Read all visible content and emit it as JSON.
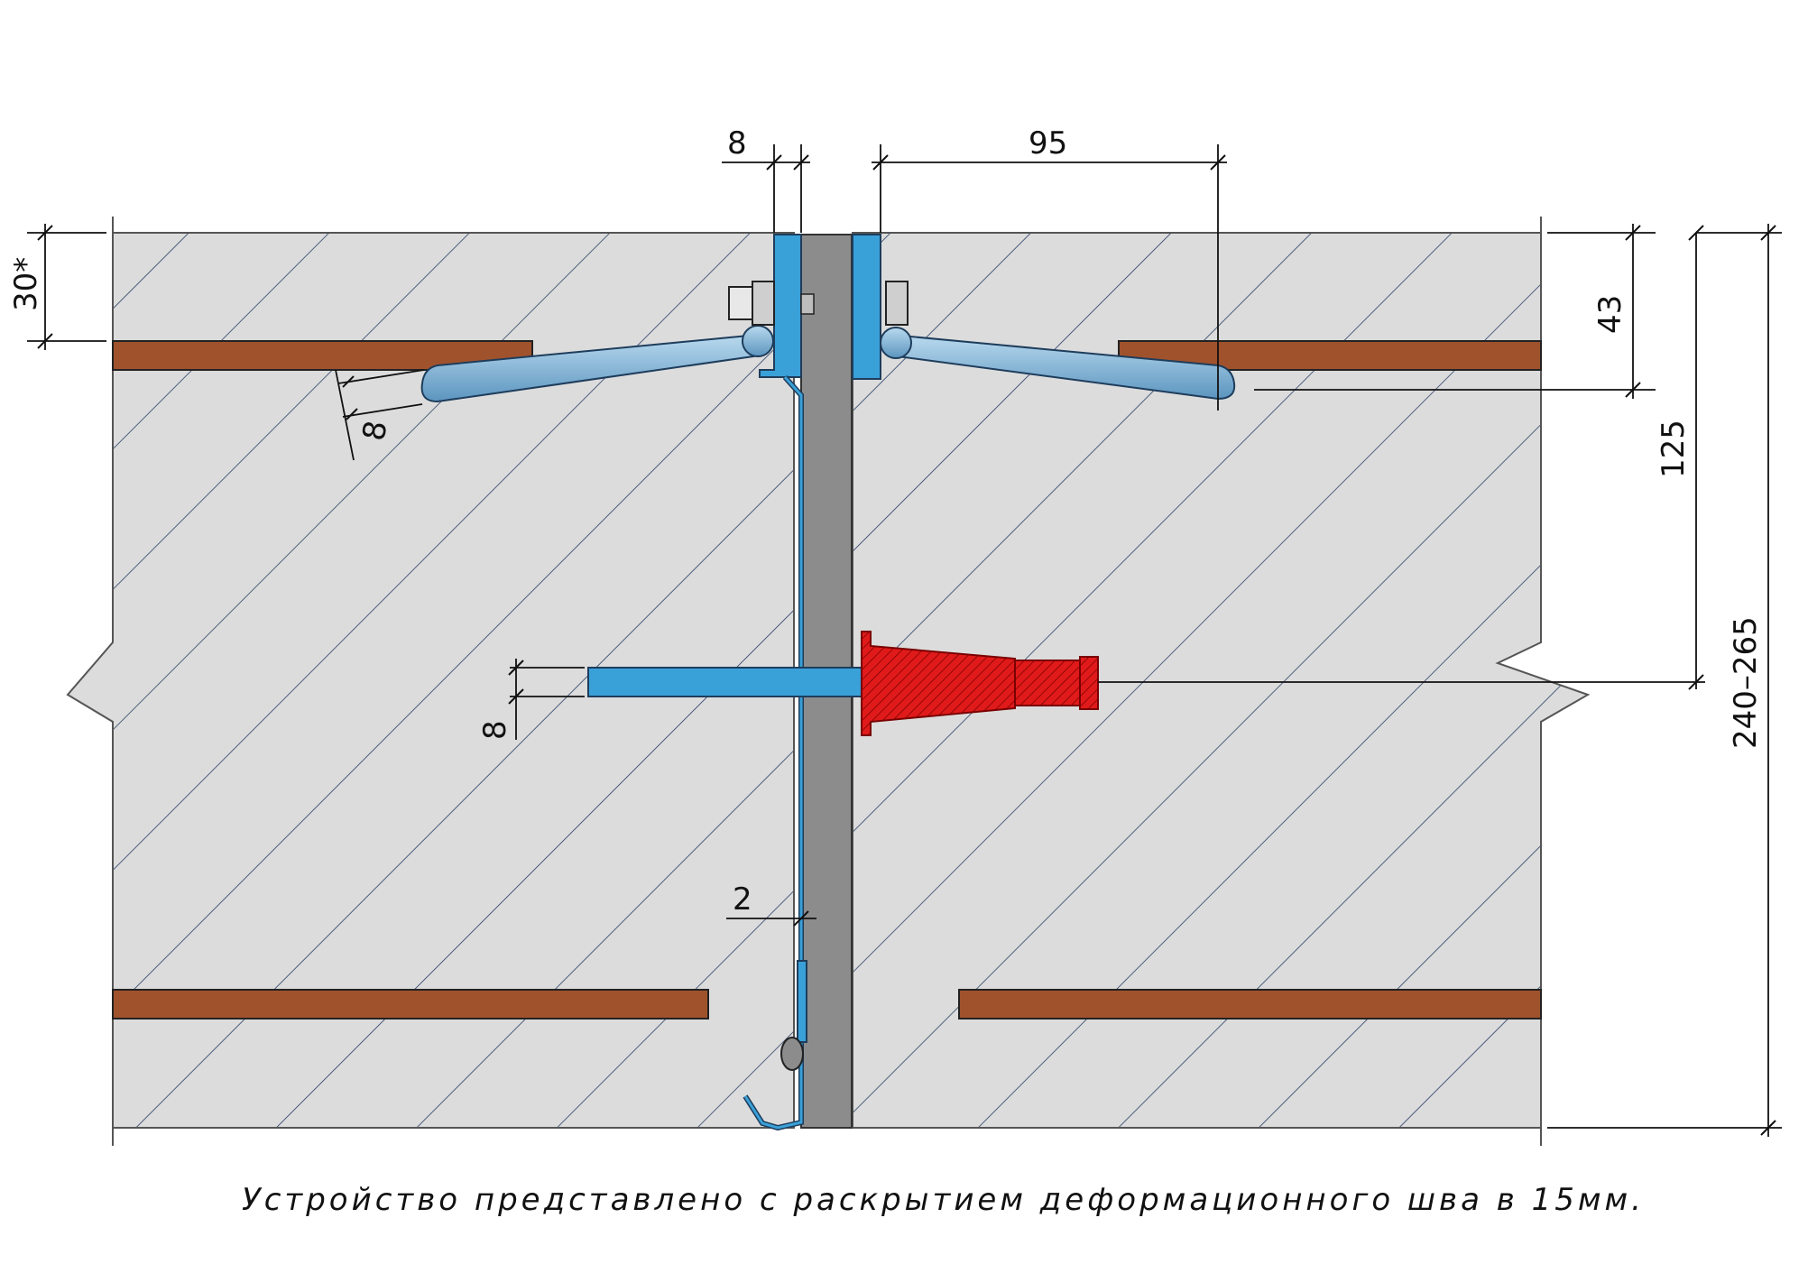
{
  "dimensions": {
    "dim_8_top": "8",
    "dim_95": "95",
    "dim_30": "30*",
    "dim_43": "43",
    "dim_125": "125",
    "dim_240_265": "240–265",
    "dim_8_anchor": "8",
    "dim_8_bolt": "8",
    "dim_2": "2"
  },
  "caption": "Устройство представлено с раскрытием деформационного шва в 15мм.",
  "colors": {
    "concrete": "#dcdcdc",
    "hatch": "#2a3f66",
    "rebar": "#a0522d",
    "profile": "#3aa0d8",
    "joint_filler": "#8c8c8c",
    "anchor_sleeve": "#e01a1a"
  }
}
